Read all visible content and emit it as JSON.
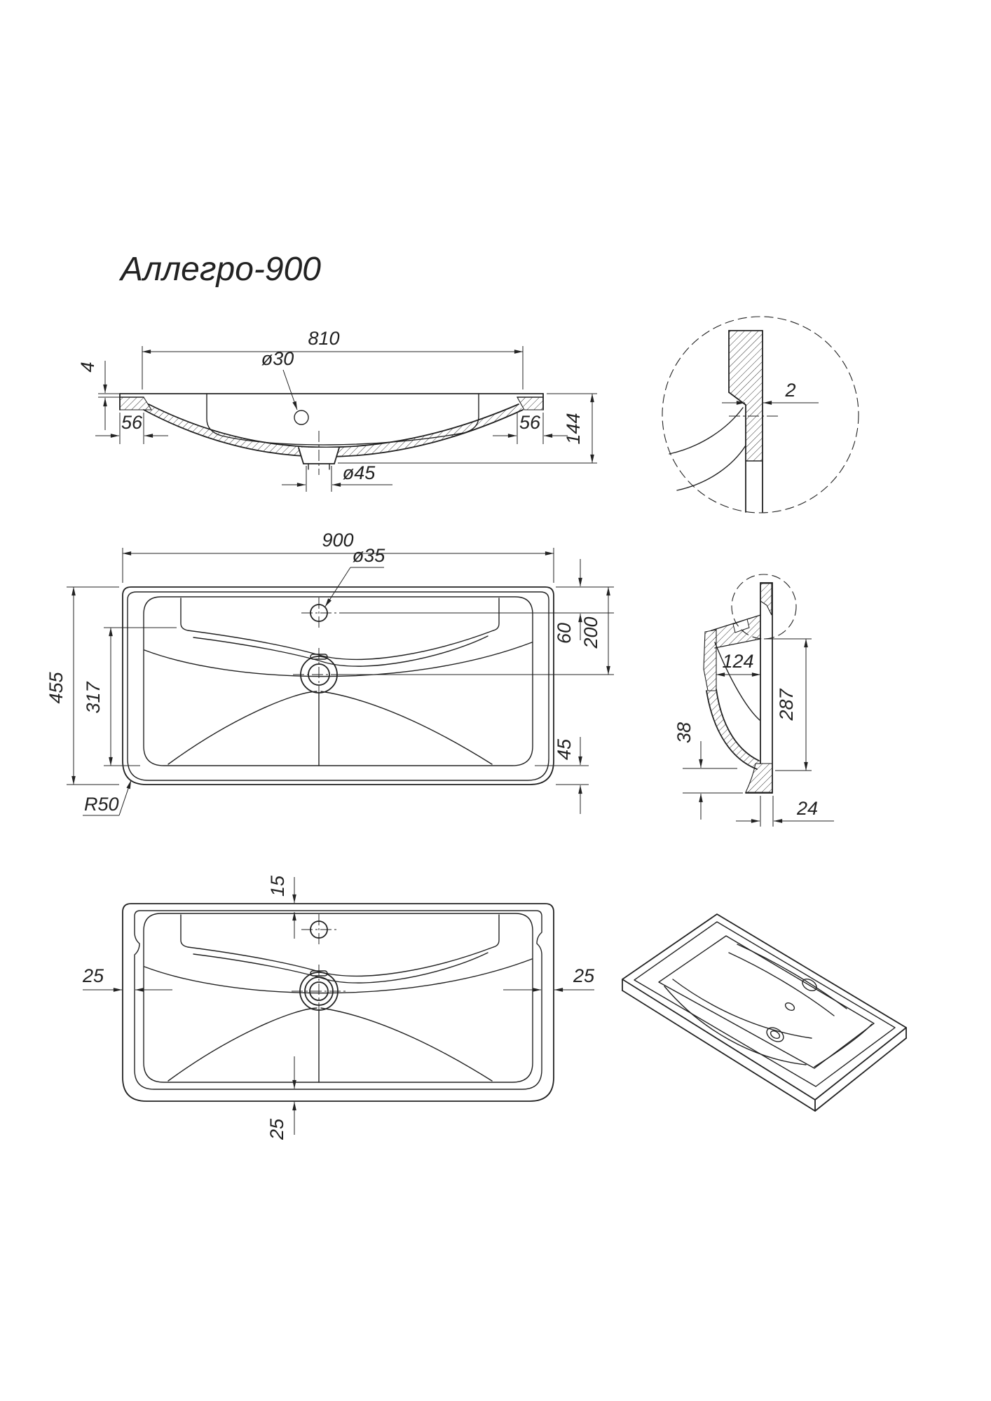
{
  "title": "Аллегро-900",
  "views": {
    "front": {
      "dims": {
        "width_top": "810",
        "faucet_dia": "ø30",
        "rim_thickness": "4",
        "left_rim": "56",
        "right_rim": "56",
        "height": "144",
        "drain_dia": "ø45"
      }
    },
    "detail": {
      "dims": {
        "gap": "2"
      }
    },
    "plan": {
      "dims": {
        "width": "900",
        "faucet_dia": "ø35",
        "depth": "455",
        "basin_depth": "317",
        "faucet_offset": "60",
        "drain_offset": "200",
        "bottom_margin": "45",
        "corner_radius": "R50"
      }
    },
    "side": {
      "dims": {
        "basin_width": "124",
        "height": "287",
        "front_height": "38",
        "wall_bottom": "24"
      }
    },
    "bottom": {
      "dims": {
        "top_inset": "15",
        "left_inset": "25",
        "right_inset": "25",
        "bottom_inset": "25"
      }
    }
  }
}
